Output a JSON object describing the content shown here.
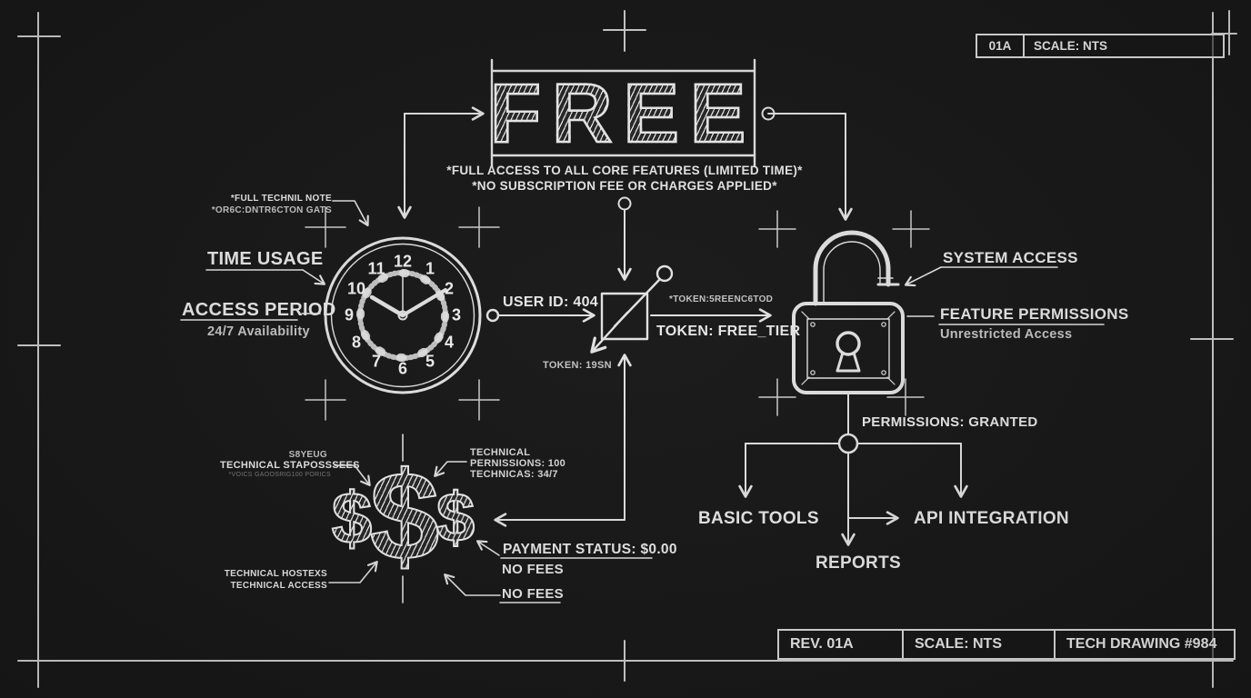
{
  "title_block_top": {
    "rev": "01A",
    "scale": "SCALE: NTS"
  },
  "title_block_bottom": {
    "rev": "REV. 01A",
    "scale": "SCALE: NTS",
    "drawing": "TECH DRAWING #984"
  },
  "free": {
    "title": "FREE",
    "note1": "*FULL ACCESS TO ALL CORE FEATURES (LIMITED TIME)*",
    "note2": "*NO SUBSCRIPTION FEE OR CHARGES APPLIED*"
  },
  "clock_section": {
    "note_line1": "*FULL TECHNIL NOTE",
    "note_line2": "*OR6C:DNTR6CTON GATS",
    "label_time_usage": "TIME USAGE",
    "label_access_period": "ACCESS PERIOD",
    "availability": "24/7 Availability",
    "numerals": [
      "12",
      "1",
      "2",
      "3",
      "4",
      "5",
      "6",
      "7",
      "8",
      "9",
      "10",
      "11"
    ]
  },
  "center_node": {
    "user_id": "USER ID: 404",
    "token_small_right": "*TOKEN:5REENC6TOD",
    "token_main": "TOKEN: FREE_TIER",
    "token_small_left": "TOKEN: 19SN"
  },
  "lock_section": {
    "label_system_access": "SYSTEM ACCESS",
    "label_feature_permissions": "FEATURE PERMISSIONS",
    "sub_feature_permissions": "Unrestricted Access",
    "permissions_granted": "PERMISSIONS: GRANTED",
    "branches": [
      "BASIC TOOLS",
      "REPORTS",
      "API INTEGRATION"
    ]
  },
  "payment_section": {
    "gibberish_top1": "S8YEUG",
    "gibberish_top2": "TECHNICAL STAPOSSSEES",
    "gibberish_top3": "*VOICS GAOOSRIG100 PORICS",
    "tech_lines": [
      "TECHNICAL",
      "PERNISSIONS: 100",
      "TECHNICAS: 34/7"
    ],
    "payment_status": "PAYMENT STATUS: $0.00",
    "no_fees_1": "NO FEES",
    "no_fees_2": "NO FEES",
    "gibberish_bottom1": "TECHNICAL HOSTEXS",
    "gibberish_bottom2": "TECHNICAL ACCESS",
    "dollar_signs": [
      "$",
      "$",
      "$"
    ]
  },
  "colors": {
    "background": "#181818",
    "ink": "#e2e2e2",
    "dim": "#9a9a9a"
  }
}
